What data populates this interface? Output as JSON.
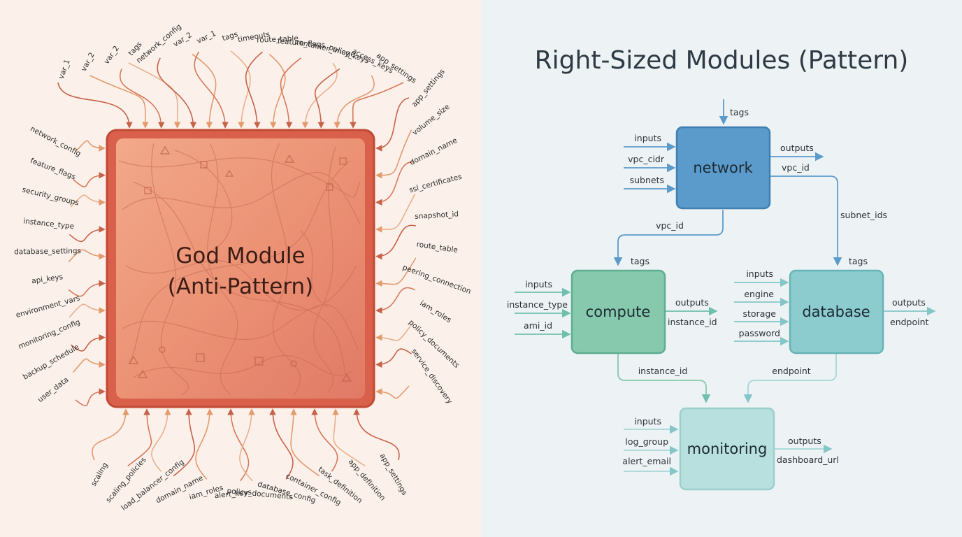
{
  "left": {
    "title_line1": "God Module",
    "title_line2": "(Anti-Pattern)",
    "top_params": [
      "var_1",
      "var_2",
      "var_2",
      "tags",
      "network_config",
      "var_2",
      "var_1",
      "tags",
      "timeouts",
      "route_table",
      "feature_flags",
      "container_image",
      "policy_keys",
      "access_keys",
      "app_settings"
    ],
    "left_params": [
      "network_config",
      "feature_flags",
      "security_groups",
      "instance_type",
      "database_settings",
      "api_keys",
      "environment_vars",
      "monitoring_config",
      "backup_schedule",
      "user_data"
    ],
    "right_params": [
      "app_settings",
      "volume_size",
      "domain_name",
      "ssl_certificates",
      "snapshot_id",
      "route_table",
      "peering_connection",
      "iam_roles",
      "policy_documents",
      "service_discovery"
    ],
    "bottom_params": [
      "scaling",
      "scaling_policies",
      "load_balancer_config",
      "domain_name",
      "iam_roles",
      "alert_keys",
      "policy_documents",
      "database_config",
      "container_config",
      "task_definition",
      "app_definition",
      "app_settings"
    ]
  },
  "right": {
    "title": "Right-Sized Modules (Pattern)",
    "colors": {
      "network": "#5b9bcb",
      "compute": "#86c9ad",
      "database": "#8cccce",
      "monitoring": "#b8e0de"
    },
    "network": {
      "label": "network",
      "top_input": "tags",
      "inputs": [
        "inputs",
        "vpc_cidr",
        "subnets"
      ],
      "outputs_label": "outputs",
      "output": "vpc_id"
    },
    "compute": {
      "label": "compute",
      "top_input": "tags",
      "inputs": [
        "inputs",
        "instance_type",
        "ami_id"
      ],
      "outputs_label": "outputs",
      "output": "instance_id"
    },
    "database": {
      "label": "database",
      "top_input": "tags",
      "inputs": [
        "inputs",
        "engine",
        "storage",
        "password"
      ],
      "outputs_label": "outputs",
      "output": "endpoint"
    },
    "monitoring": {
      "label": "monitoring",
      "inputs": [
        "inputs",
        "log_group",
        "alert_email"
      ],
      "outputs_label": "outputs",
      "output": "dashboard_url"
    },
    "edges": {
      "network_to_compute": "vpc_id",
      "network_to_database": "subnet_ids",
      "compute_to_monitoring": "instance_id",
      "database_to_monitoring": "endpoint"
    }
  }
}
